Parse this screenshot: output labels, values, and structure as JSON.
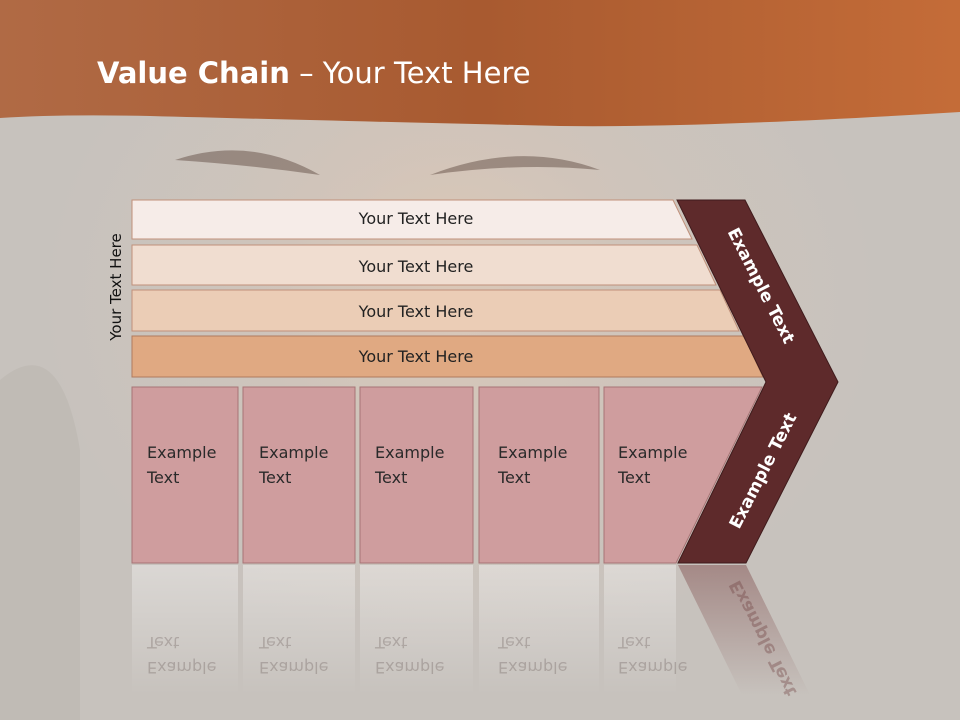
{
  "slide": {
    "title_bold": "Value Chain",
    "title_rest": " – Your Text Here",
    "side_label": "Your Text Here"
  },
  "support_bars": [
    {
      "label": "Your Text Here"
    },
    {
      "label": "Your Text Here"
    },
    {
      "label": "Your Text Here"
    },
    {
      "label": "Your Text Here"
    }
  ],
  "primary_boxes": [
    {
      "line1": "Example",
      "line2": "Text"
    },
    {
      "line1": "Example",
      "line2": "Text"
    },
    {
      "line1": "Example",
      "line2": "Text"
    },
    {
      "line1": "Example",
      "line2": "Text"
    },
    {
      "line1": "Example",
      "line2": "Text"
    }
  ],
  "margin_chevron": {
    "upper_label": "Example Text",
    "lower_label": "Example Text"
  },
  "colors": {
    "header": "#b0643a",
    "bar1": "#f6ece8",
    "bar2": "#f0ddd0",
    "bar3": "#ebcdb6",
    "bar4": "#e0a982",
    "box": "#cf9d9e",
    "chevron": "#5e2a2b"
  }
}
